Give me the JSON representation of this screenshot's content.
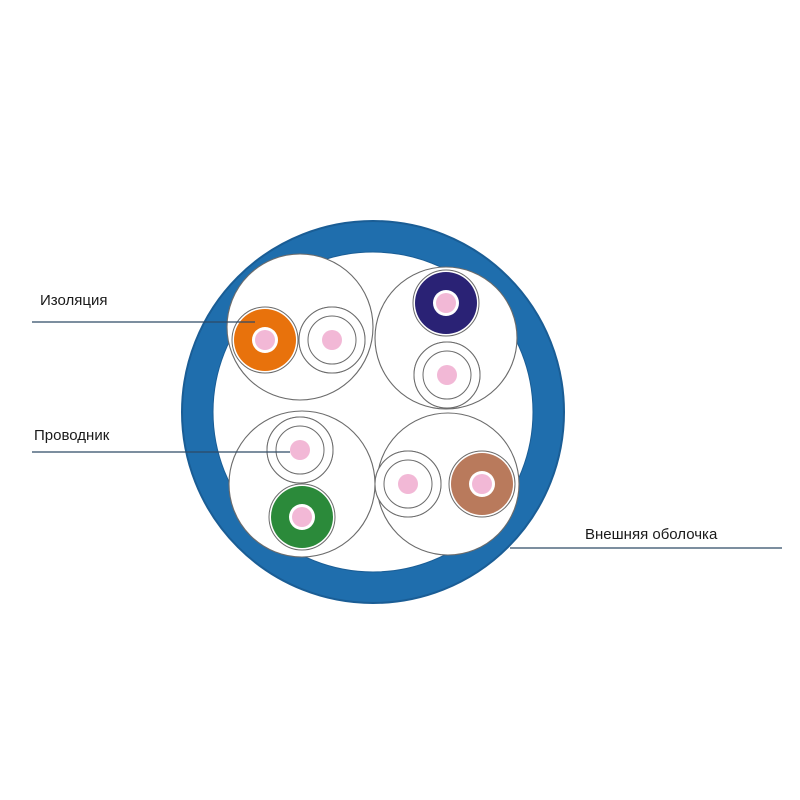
{
  "labels": {
    "insulation": "Изоляция",
    "conductor": "Проводник",
    "outer_jacket": "Внешняя оболочка"
  },
  "colors": {
    "jacket": "#1f6ead",
    "jacket_edge": "#1a5d95",
    "pair_outline": "#6b6b6b",
    "conductor": "#f2b8d6",
    "line": "#2f4a66",
    "wire_orange": "#e8720c",
    "wire_blue": "#2a2275",
    "wire_green": "#2b8a3a",
    "wire_brown": "#b97a5c",
    "wire_white": "#ffffff"
  },
  "pairs": [
    {
      "name": "orange-pair",
      "wires": [
        "orange",
        "white"
      ]
    },
    {
      "name": "blue-pair",
      "wires": [
        "blue",
        "white"
      ]
    },
    {
      "name": "green-pair",
      "wires": [
        "white",
        "green"
      ]
    },
    {
      "name": "brown-pair",
      "wires": [
        "white",
        "brown"
      ]
    }
  ]
}
